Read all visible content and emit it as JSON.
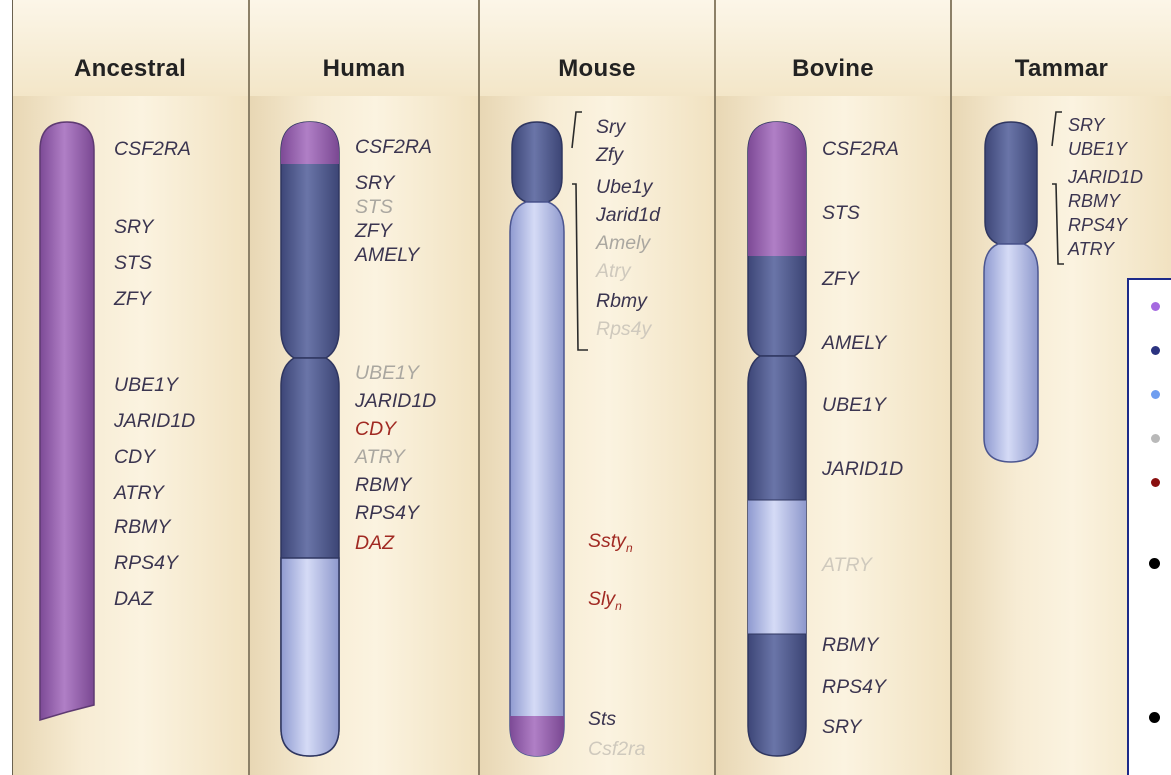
{
  "panels": {
    "ancestral": {
      "title": "Ancestral",
      "genes": [
        "CSF2RA",
        "SRY",
        "STS",
        "ZFY",
        "UBE1Y",
        "JARID1D",
        "CDY",
        "ATRY",
        "RBMY",
        "RPS4Y",
        "DAZ"
      ]
    },
    "human": {
      "title": "Human",
      "genes": [
        "CSF2RA",
        "SRY",
        "STS",
        "ZFY",
        "AMELY",
        "UBE1Y",
        "JARID1D",
        "CDY",
        "ATRY",
        "RBMY",
        "RPS4Y",
        "DAZ"
      ]
    },
    "mouse": {
      "title": "Mouse",
      "genes": [
        "Sry",
        "Zfy",
        "Ube1y",
        "Jarid1d",
        "Amely",
        "Atry",
        "Rbmy",
        "Rps4y",
        "Ssty",
        "Sly",
        "Sts",
        "Csf2ra"
      ],
      "subscript": "n"
    },
    "bovine": {
      "title": "Bovine",
      "genes": [
        "CSF2RA",
        "STS",
        "ZFY",
        "AMELY",
        "UBE1Y",
        "JARID1D",
        "ATRY",
        "RBMY",
        "RPS4Y",
        "SRY"
      ]
    },
    "tammar": {
      "title": "Tammar",
      "genes": [
        "SRY",
        "UBE1Y",
        "JARID1D",
        "RBMY",
        "RPS4Y",
        "ATRY"
      ]
    }
  },
  "colors": {
    "ancestral_region": "#9a62b2",
    "dark_region": "#4f5a8f",
    "light_region": "#b9c2ea",
    "lost_gene": "#aaa7a0",
    "ampliconic_gene": "#a12a23",
    "gene_text": "#3b3550"
  },
  "legend": {
    "markers": [
      "dot-purple",
      "dot-navy",
      "dot-lightblue",
      "dot-grey",
      "dot-darkred",
      "bullet-black",
      "bullet-black"
    ]
  }
}
